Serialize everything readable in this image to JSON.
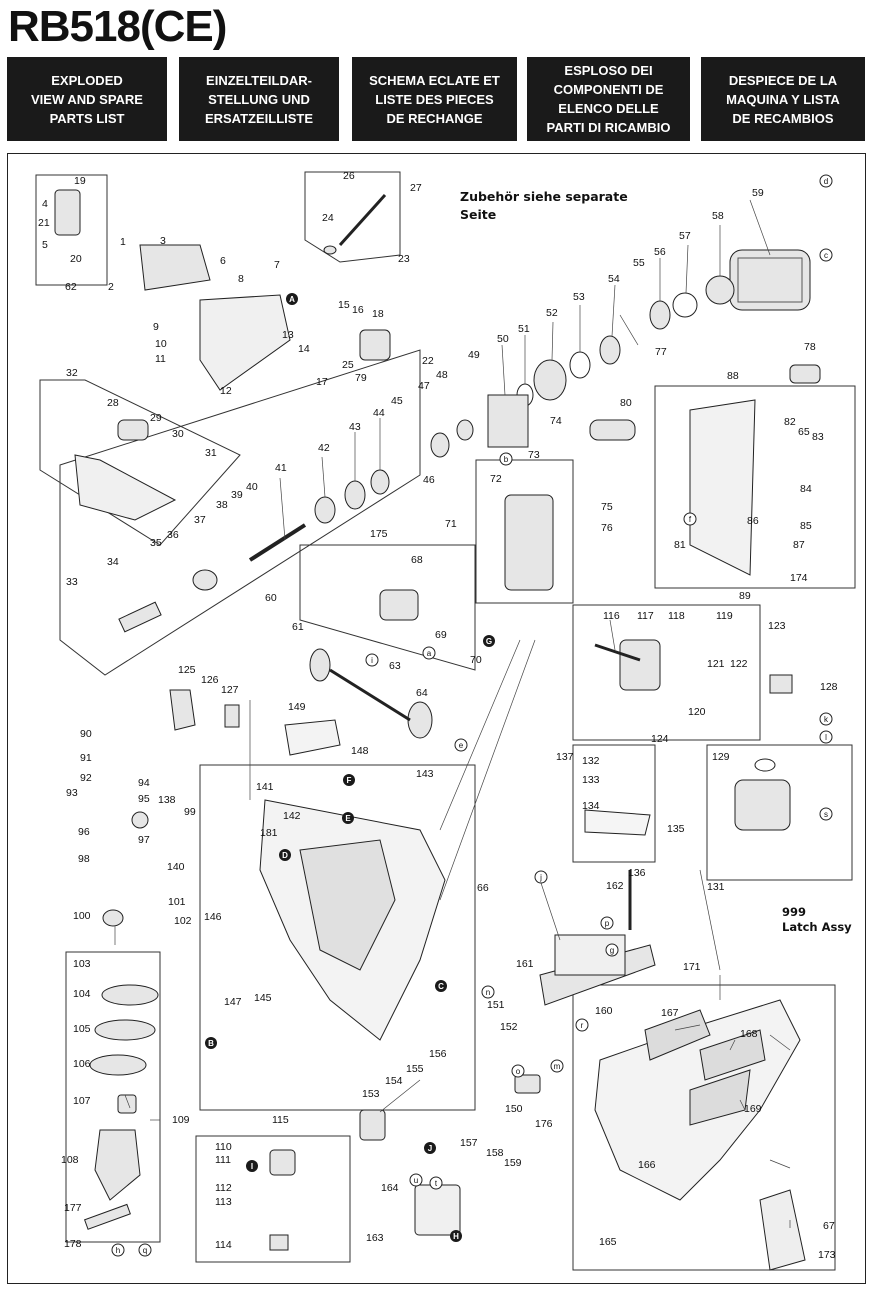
{
  "model": "RB518(CE)",
  "banners": [
    "EXPLODED\nVIEW AND SPARE\nPARTS LIST",
    "EINZELTEILDAR-\nSTELLUNG UND\nERSATZEILLISTE",
    "SCHEMA ECLATE ET\nLISTE DES PIECES\nDE RECHANGE",
    "ESPLOSO DEI\nCOMPONENTI DE\nELENCO DELLE\nPARTI DI RICAMBIO",
    "DESPIECE DE LA\nMAQUINA Y LISTA\nDE RECAMBIOS"
  ],
  "notes": {
    "accessory": "Zubehör siehe separate\nSeite",
    "latch": "999\nLatch Assy"
  },
  "part_numbers": [
    "1",
    "2",
    "3",
    "4",
    "5",
    "6",
    "7",
    "8",
    "9",
    "10",
    "11",
    "12",
    "13",
    "14",
    "15",
    "16",
    "17",
    "18",
    "19",
    "20",
    "21",
    "22",
    "23",
    "24",
    "25",
    "26",
    "27",
    "28",
    "29",
    "30",
    "31",
    "32",
    "33",
    "34",
    "35",
    "36",
    "37",
    "38",
    "39",
    "40",
    "41",
    "42",
    "43",
    "44",
    "45",
    "46",
    "47",
    "48",
    "49",
    "50",
    "51",
    "52",
    "53",
    "54",
    "55",
    "56",
    "57",
    "58",
    "59",
    "60",
    "61",
    "62",
    "63",
    "64",
    "65",
    "66",
    "67",
    "68",
    "69",
    "70",
    "71",
    "72",
    "73",
    "74",
    "75",
    "76",
    "77",
    "78",
    "79",
    "80",
    "81",
    "82",
    "83",
    "84",
    "85",
    "86",
    "87",
    "88",
    "89",
    "90",
    "91",
    "92",
    "93",
    "94",
    "95",
    "96",
    "97",
    "98",
    "99",
    "100",
    "101",
    "102",
    "103",
    "104",
    "105",
    "106",
    "107",
    "108",
    "109",
    "110",
    "111",
    "112",
    "113",
    "114",
    "115",
    "116",
    "117",
    "118",
    "119",
    "120",
    "121",
    "122",
    "123",
    "124",
    "125",
    "126",
    "127",
    "128",
    "129",
    "131",
    "132",
    "133",
    "134",
    "135",
    "136",
    "137",
    "138",
    "140",
    "141",
    "142",
    "143",
    "145",
    "146",
    "147",
    "148",
    "149",
    "150",
    "151",
    "152",
    "153",
    "154",
    "155",
    "156",
    "157",
    "158",
    "159",
    "160",
    "161",
    "162",
    "163",
    "164",
    "165",
    "166",
    "167",
    "168",
    "169",
    "171",
    "173",
    "174",
    "175",
    "176",
    "177",
    "178",
    "181"
  ],
  "ref_letters": [
    "a",
    "b",
    "c",
    "d",
    "e",
    "f",
    "g",
    "h",
    "i",
    "j",
    "k",
    "l",
    "m",
    "n",
    "o",
    "p",
    "q",
    "r",
    "s",
    "t",
    "u",
    "A",
    "B",
    "C",
    "D",
    "E",
    "F",
    "G",
    "H",
    "I",
    "J"
  ]
}
